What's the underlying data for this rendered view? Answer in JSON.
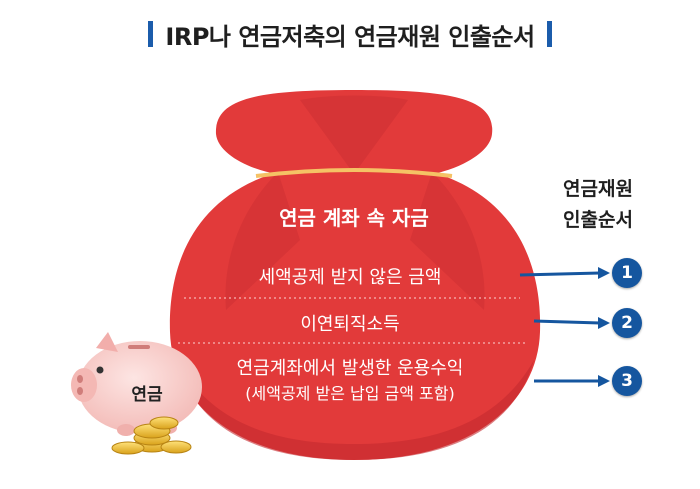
{
  "title": "IRP나 연금저축의 연금재원 인출순서",
  "bag": {
    "heading": "연금 계좌 속 자금",
    "rows": [
      {
        "label": "세액공제 받지 않은 금액"
      },
      {
        "label": "이연퇴직소득"
      },
      {
        "label": "연금계좌에서 발생한 운용수익",
        "sub": "(세액공제 받은 납입 금액 포함)"
      }
    ]
  },
  "side": {
    "line1": "연금재원",
    "line2": "인출순서"
  },
  "badges": [
    "1",
    "2",
    "3"
  ],
  "pig": {
    "label": "연금"
  },
  "colors": {
    "bag": "#e23a3a",
    "bag_dark": "#c82e31",
    "band": "#f5c265",
    "accent": "#1b5cab",
    "badge": "#15569f"
  }
}
